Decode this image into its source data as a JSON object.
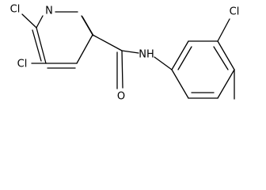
{
  "structure": {
    "atoms": {
      "cl_top": "Cl",
      "cl_bottom": "Cl",
      "n_ring": "N",
      "o_carbonyl": "O",
      "nh_amide": "NH",
      "cl_right": "Cl"
    }
  }
}
